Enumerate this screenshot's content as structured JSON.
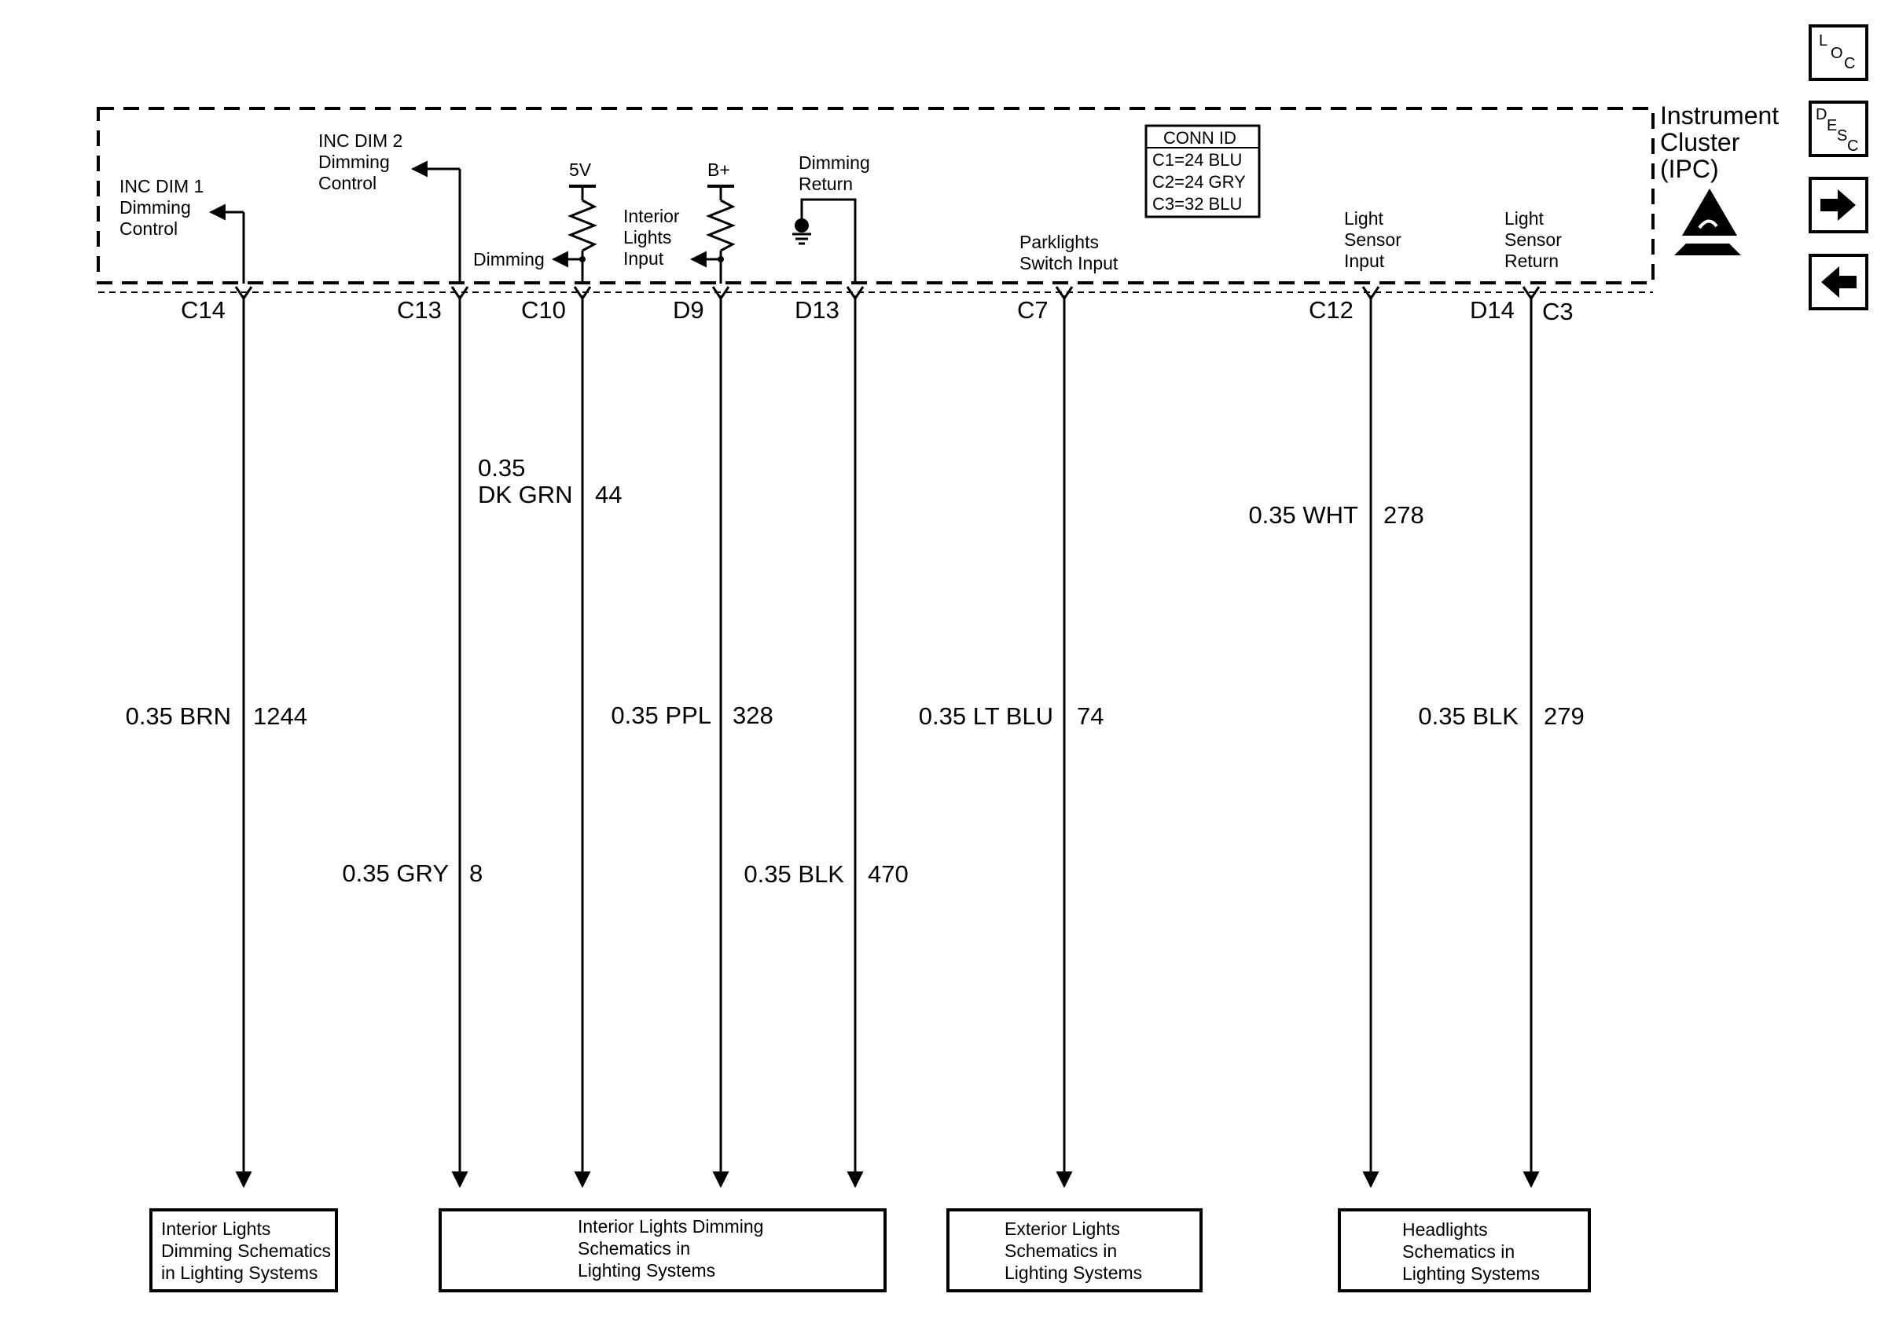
{
  "component": {
    "name_lines": [
      "Instrument",
      "Cluster",
      "(IPC)"
    ]
  },
  "connector_id": {
    "title": "CONN ID",
    "rows": [
      "C1=24 BLU",
      "C2=24 GRY",
      "C3=32 BLU"
    ]
  },
  "internal_labels": {
    "inc_dim_1": [
      "INC DIM 1",
      "Dimming",
      "Control"
    ],
    "inc_dim_2": [
      "INC DIM 2",
      "Dimming",
      "Control"
    ],
    "five_v": "5V",
    "dimming": "Dimming",
    "b_plus": "B+",
    "interior_lights_input": [
      "Interior",
      "Lights",
      "Input"
    ],
    "dimming_return": [
      "Dimming",
      "Return"
    ],
    "parklights": [
      "Parklights",
      "Switch Input"
    ],
    "light_sensor_input": [
      "Light",
      "Sensor",
      "Input"
    ],
    "light_sensor_return": [
      "Light",
      "Sensor",
      "Return"
    ]
  },
  "pins": [
    "C14",
    "C13",
    "C10",
    "D9",
    "D13",
    "C7",
    "C12",
    "D14",
    "C3"
  ],
  "wires": [
    {
      "size": "0.35",
      "color": "BRN",
      "circuit": "1244"
    },
    {
      "size": "0.35",
      "color": "GRY",
      "circuit": "8"
    },
    {
      "size": "0.35",
      "color": "DK GRN",
      "circuit": "44"
    },
    {
      "size": "0.35",
      "color": "PPL",
      "circuit": "328"
    },
    {
      "size": "0.35",
      "color": "BLK",
      "circuit": "470"
    },
    {
      "size": "0.35",
      "color": "LT BLU",
      "circuit": "74"
    },
    {
      "size": "0.35",
      "color": "WHT",
      "circuit": "278"
    },
    {
      "size": "0.35",
      "color": "BLK",
      "circuit": "279"
    }
  ],
  "destinations": [
    [
      "Interior Lights",
      "Dimming Schematics",
      "in Lighting Systems"
    ],
    [
      "Interior Lights Dimming",
      "Schematics in",
      "Lighting Systems"
    ],
    [
      "Exterior Lights",
      "Schematics in",
      "Lighting Systems"
    ],
    [
      "Headlights",
      "Schematics in",
      "Lighting Systems"
    ]
  ],
  "nav": {
    "loc": [
      "L",
      "O",
      "C"
    ],
    "desc": [
      "D",
      "E",
      "S",
      "C"
    ],
    "next": "→",
    "prev": "←"
  }
}
